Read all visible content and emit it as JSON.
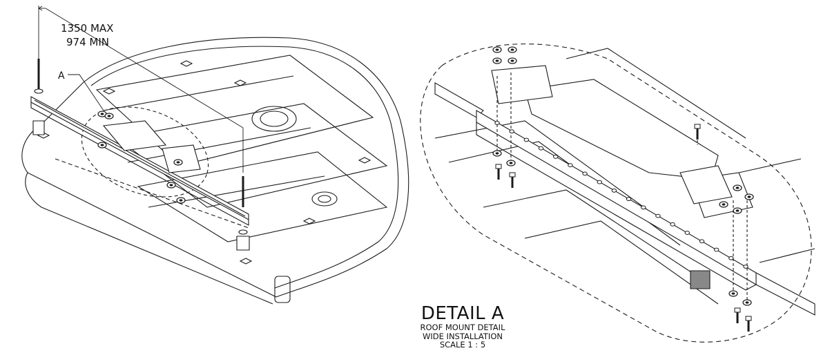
{
  "dimensions": {
    "max_label": "1350 MAX",
    "min_label": "974 MIN"
  },
  "callout": {
    "label": "A"
  },
  "title_block": {
    "title": "DETAIL A",
    "line1": "ROOF MOUNT DETAIL",
    "line2": "WIDE INSTALLATION",
    "line3": "SCALE 1 : 5"
  },
  "colors": {
    "line": "#1a1a1a",
    "hardware": "#2b2b2b",
    "background": "#ffffff"
  }
}
